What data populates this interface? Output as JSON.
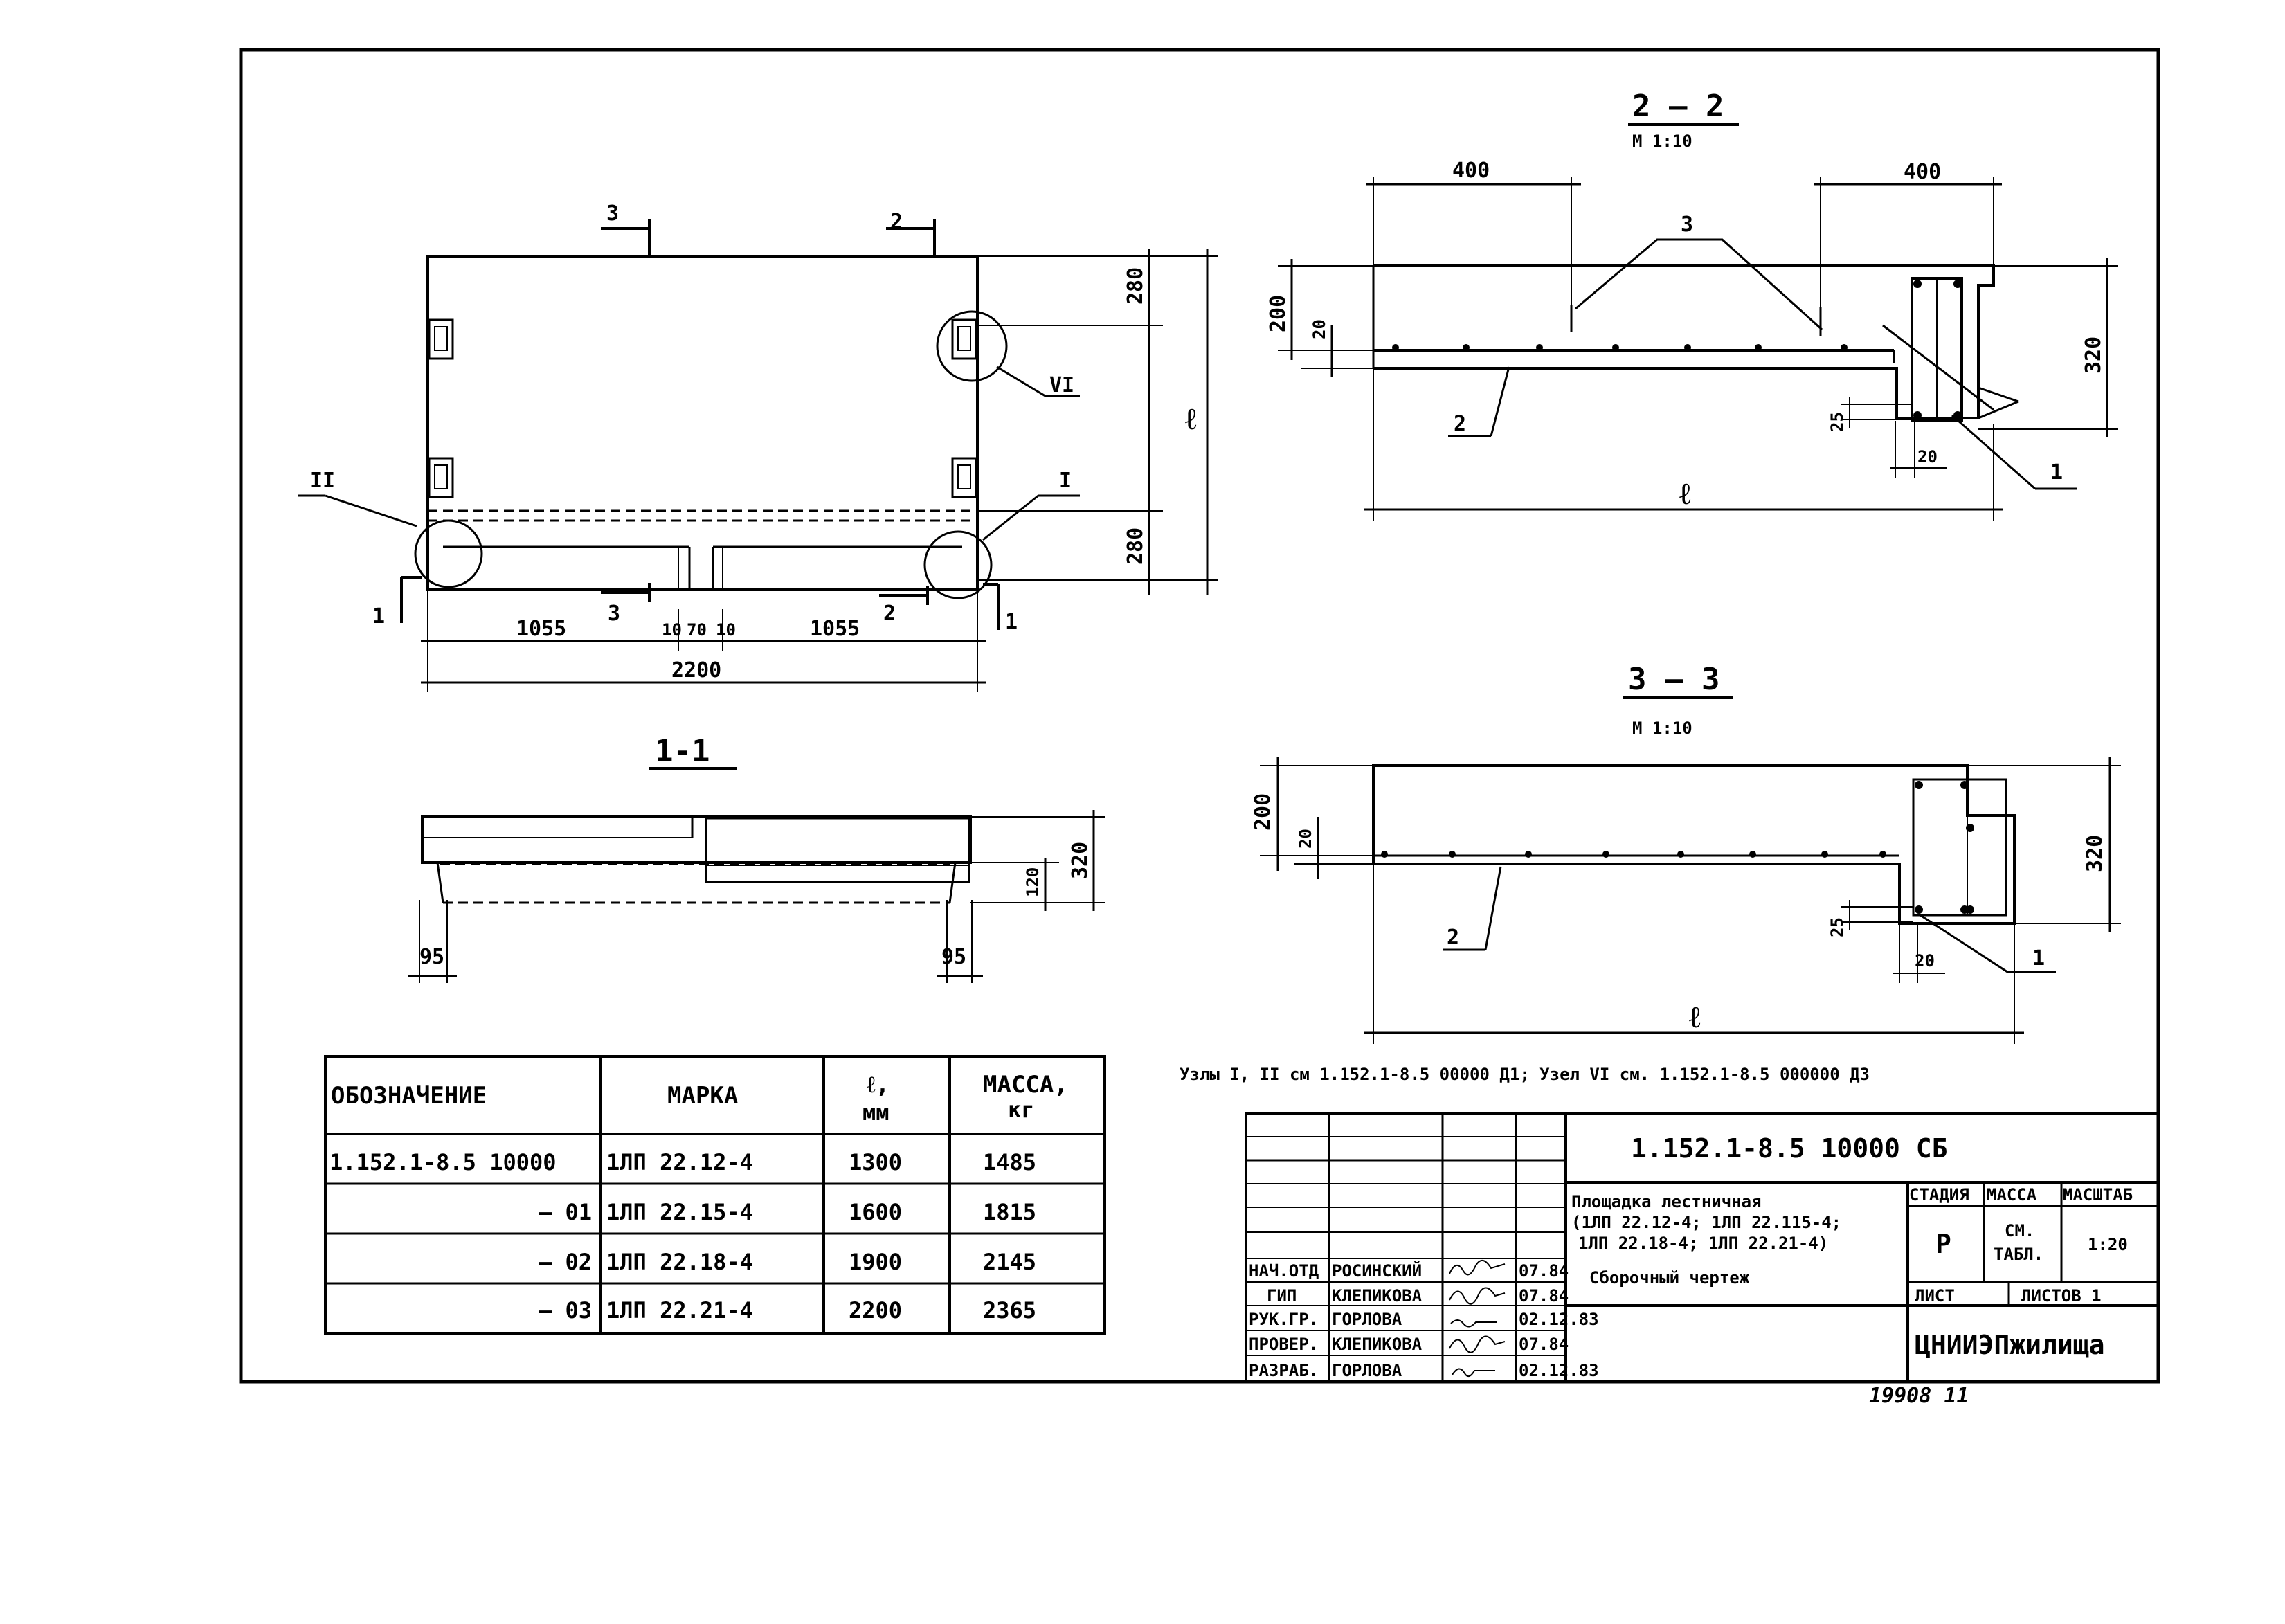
{
  "plan": {
    "section_marks": {
      "s3": "3",
      "s2": "2",
      "s1": "1"
    },
    "node_labels": {
      "n2": "II",
      "n1": "I",
      "n6": "VI"
    },
    "dims": {
      "left": "1055",
      "gap_a": "10",
      "gap_b": "70",
      "gap_c": "10",
      "right": "1055",
      "total": "2200",
      "top": "280",
      "bottom": "280",
      "length": "ℓ"
    }
  },
  "section_1_1": {
    "title": "1-1",
    "dims": {
      "d95_left": "95",
      "d95_right": "95",
      "d120": "120",
      "d320": "320"
    }
  },
  "section_2_2": {
    "title": "2 — 2",
    "scale": "М 1:10",
    "dims": {
      "d400_left": "400",
      "d400_right": "400",
      "d200": "200",
      "d20": "20",
      "d320": "320",
      "d25": "25",
      "d20b": "20",
      "length": "ℓ"
    },
    "callouts": {
      "c3": "3",
      "c2": "2",
      "c1": "1"
    }
  },
  "section_3_3": {
    "title": "3 — 3",
    "scale": "М 1:10",
    "dims": {
      "d200": "200",
      "d20": "20",
      "d320": "320",
      "d25": "25",
      "d20b": "20",
      "length": "ℓ"
    },
    "callouts": {
      "c2": "2",
      "c1": "1"
    }
  },
  "nodes_note": "Узлы I, II см 1.152.1-8.5 00000 Д1;  Узел VI см. 1.152.1-8.5 000000 Д3",
  "spec_table": {
    "headers": {
      "designation": "ОБОЗНАЧЕНИЕ",
      "mark": "МАРКА",
      "length": "ℓ,",
      "length_unit": "мм",
      "mass": "МАССА,",
      "mass_unit": "кг"
    },
    "rows": [
      {
        "designation": "1.152.1-8.5   10000",
        "mark": "1ЛП 22.12-4",
        "length": "1300",
        "mass": "1485"
      },
      {
        "designation": "– 01",
        "mark": "1ЛП 22.15-4",
        "length": "1600",
        "mass": "1815"
      },
      {
        "designation": "– 02",
        "mark": "1ЛП 22.18-4",
        "length": "1900",
        "mass": "2145"
      },
      {
        "designation": "– 03",
        "mark": "1ЛП 22.21-4",
        "length": "2200",
        "mass": "2365"
      }
    ]
  },
  "title_block": {
    "code": "1.152.1-8.5     10000 СБ",
    "name_line1": "Площадка лестничная",
    "name_line2": "(1ЛП 22.12-4; 1ЛП 22.115-4;",
    "name_line3": "1ЛП 22.18-4; 1ЛП 22.21-4)",
    "doc_type": "Сборочный чертеж",
    "stage_header": "СТАДИЯ",
    "mass_header": "МАССА",
    "scale_header": "МАСШТАБ",
    "stage": "Р",
    "mass_line1": "СМ.",
    "mass_line2": "ТАБЛ.",
    "scale": "1:20",
    "sheet_label": "ЛИСТ",
    "sheets_label": "ЛИСТОВ 1",
    "org": "ЦНИИЭПжилища",
    "signatures": [
      {
        "role": "НАЧ.ОТД",
        "name": "РОСИНСКИЙ",
        "date": "07.84"
      },
      {
        "role": "ГИП",
        "name": "КЛЕПИКОВА",
        "date": "07.84"
      },
      {
        "role": "РУК.ГР.",
        "name": "ГОРЛОВА",
        "date": "02.12.83"
      },
      {
        "role": "ПРОВЕР.",
        "name": "КЛЕПИКОВА",
        "date": "07.84"
      },
      {
        "role": "РАЗРАБ.",
        "name": "ГОРЛОВА",
        "date": "02.12.83"
      }
    ]
  },
  "archive_number": "19908    11"
}
